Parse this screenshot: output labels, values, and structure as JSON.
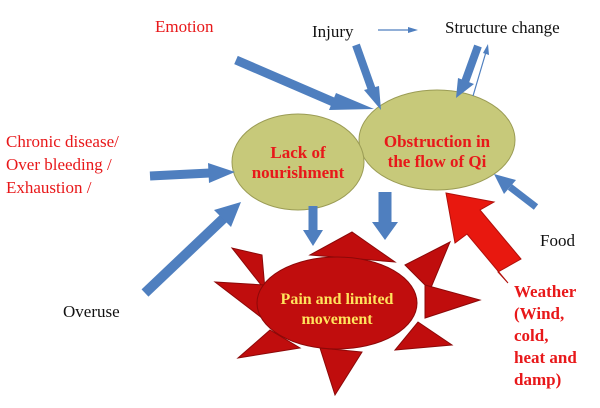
{
  "colors": {
    "arrow_blue": "#4f7fbf",
    "arrow_red": "#e8180f",
    "oval_fill": "#c7c97a",
    "starburst": "#c00d0d",
    "red_text": "#e8181a",
    "yellow_text": "#ffe45c"
  },
  "nodes": {
    "lack": {
      "line1": "Lack of",
      "line2": "nourishment"
    },
    "obstruction": {
      "line1": "Obstruction in",
      "line2": "the flow of Qi"
    },
    "pain": {
      "line1": "Pain and limited",
      "line2": "movement"
    }
  },
  "labels": {
    "emotion": "Emotion",
    "injury": "Injury",
    "structure_change": "Structure change",
    "chronic_line1": "Chronic disease/",
    "chronic_line2": "Over bleeding   /",
    "chronic_line3": "Exhaustion /",
    "overuse": "Overuse",
    "food": "Food",
    "weather_line1": "Weather",
    "weather_line2": "(Wind,",
    "weather_line3": "cold,",
    "weather_line4": "heat and",
    "weather_line5": "damp)"
  }
}
